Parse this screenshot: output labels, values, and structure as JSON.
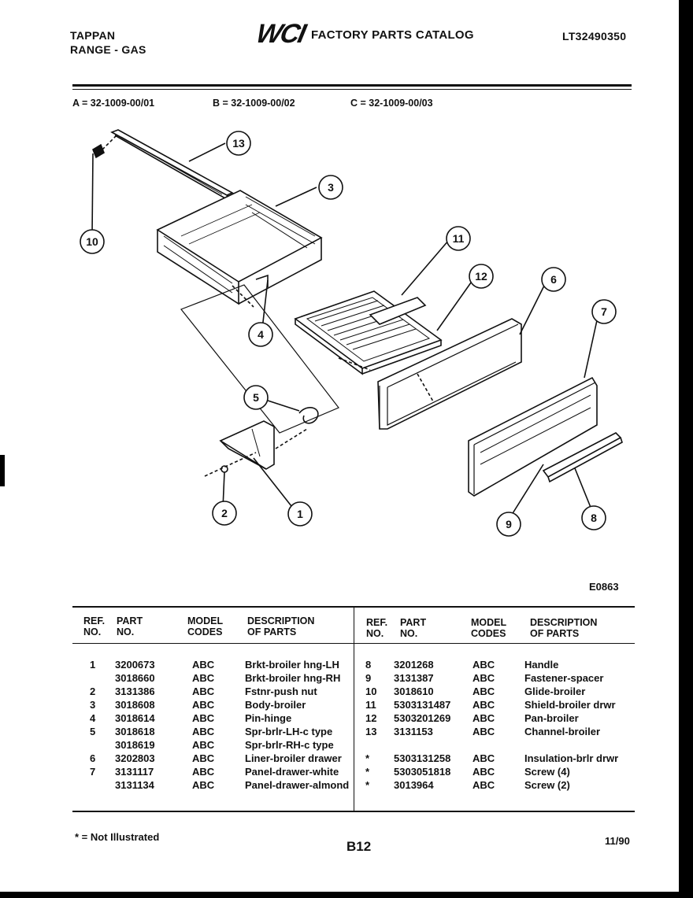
{
  "header": {
    "brand": "TAPPAN",
    "product": "RANGE - GAS",
    "logo_text": "WCI",
    "catalog_title": "FACTORY PARTS CATALOG",
    "catalog_number": "LT32490350"
  },
  "model_codes": [
    "A = 32-1009-00/01",
    "B = 32-1009-00/02",
    "C = 32-1009-00/03"
  ],
  "diagram": {
    "callouts": [
      "13",
      "3",
      "10",
      "4",
      "11",
      "12",
      "6",
      "7",
      "5",
      "1",
      "2",
      "9",
      "8"
    ],
    "figure_code": "E0863"
  },
  "table": {
    "headers": {
      "ref": "REF.\nNO.",
      "part": "PART\nNO.",
      "model": "MODEL\nCODES",
      "desc": "DESCRIPTION\nOF PARTS"
    },
    "left_rows": [
      {
        "ref": "1",
        "part": "3200673",
        "codes": "ABC",
        "desc": "Brkt-broiler hng-LH"
      },
      {
        "ref": "",
        "part": "3018660",
        "codes": "ABC",
        "desc": "Brkt-broiler hng-RH"
      },
      {
        "ref": "2",
        "part": "3131386",
        "codes": "ABC",
        "desc": "Fstnr-push nut"
      },
      {
        "ref": "3",
        "part": "3018608",
        "codes": "ABC",
        "desc": "Body-broiler"
      },
      {
        "ref": "4",
        "part": "3018614",
        "codes": "ABC",
        "desc": "Pin-hinge"
      },
      {
        "ref": "5",
        "part": "3018618",
        "codes": "ABC",
        "desc": "Spr-brlr-LH-c type"
      },
      {
        "ref": "",
        "part": "3018619",
        "codes": "ABC",
        "desc": "Spr-brlr-RH-c type"
      },
      {
        "ref": "6",
        "part": "3202803",
        "codes": "ABC",
        "desc": "Liner-broiler drawer"
      },
      {
        "ref": "7",
        "part": "3131117",
        "codes": "ABC",
        "desc": "Panel-drawer-white"
      },
      {
        "ref": "",
        "part": "3131134",
        "codes": "ABC",
        "desc": "Panel-drawer-almond"
      }
    ],
    "right_rows": [
      {
        "ref": "8",
        "part": "3201268",
        "codes": "ABC",
        "desc": "Handle"
      },
      {
        "ref": "9",
        "part": "3131387",
        "codes": "ABC",
        "desc": "Fastener-spacer"
      },
      {
        "ref": "10",
        "part": "3018610",
        "codes": "ABC",
        "desc": "Glide-broiler"
      },
      {
        "ref": "11",
        "part": "5303131487",
        "codes": "ABC",
        "desc": "Shield-broiler drwr"
      },
      {
        "ref": "12",
        "part": "5303201269",
        "codes": "ABC",
        "desc": "Pan-broiler"
      },
      {
        "ref": "13",
        "part": "3131153",
        "codes": "ABC",
        "desc": "Channel-broiler"
      },
      {
        "ref": "",
        "part": "",
        "codes": "",
        "desc": ""
      },
      {
        "ref": "*",
        "part": "5303131258",
        "codes": "ABC",
        "desc": "Insulation-brlr drwr"
      },
      {
        "ref": "*",
        "part": "5303051818",
        "codes": "ABC",
        "desc": "Screw (4)"
      },
      {
        "ref": "*",
        "part": "3013964",
        "codes": "ABC",
        "desc": "Screw (2)"
      }
    ]
  },
  "footer": {
    "note": "* = Not Illustrated",
    "page": "B12",
    "date": "11/90"
  }
}
